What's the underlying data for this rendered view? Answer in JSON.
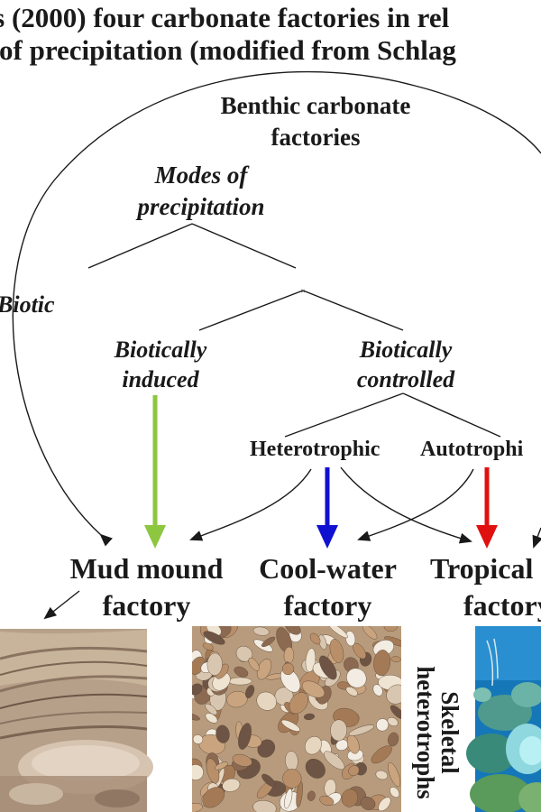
{
  "title": {
    "line1": "’s (2000) four carbonate factories in rel",
    "line2": "of precipitation (modified from Schlag"
  },
  "nodes": {
    "benthic": [
      "Benthic carbonate",
      "factories"
    ],
    "modes": [
      "Modes of",
      "precipitation"
    ],
    "biotic": "Biotic",
    "biotically_induced": [
      "Biotically",
      "induced"
    ],
    "biotically_controlled": [
      "Biotically",
      "controlled"
    ],
    "heterotrophic": "Heterotrophic",
    "autotrophic": "Autotrophi",
    "mud_mound": [
      "Mud mound",
      "factory"
    ],
    "cool_water": [
      "Cool-water",
      "factory"
    ],
    "tropical": [
      "Tropical",
      "factory"
    ]
  },
  "photo_captions": {
    "cool_water": [
      "Skeletal",
      "heterotrophs"
    ]
  },
  "colors": {
    "arrow_induced": "#8dc63f",
    "arrow_heterotrophic": "#1010d0",
    "arrow_autotrophic": "#e01010",
    "text": "#1a1a1a"
  },
  "photos": {
    "mud_mound": "layered-rock-outcrop",
    "cool_water": "shell-beach",
    "tropical": "coral-reef"
  }
}
